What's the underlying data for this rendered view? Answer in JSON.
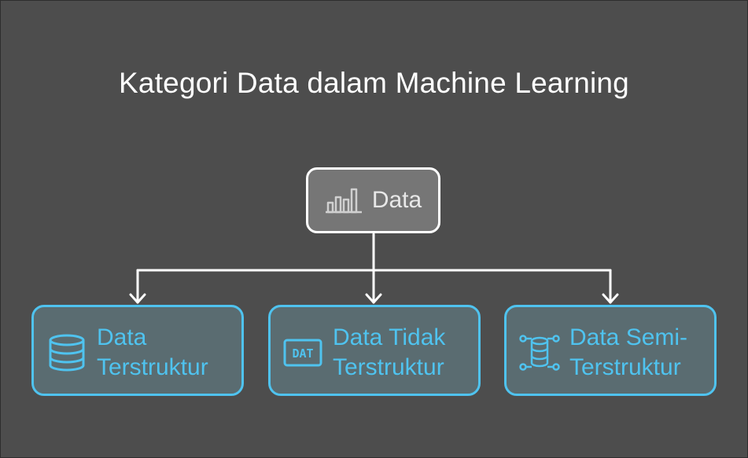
{
  "title": "Kategori Data dalam Machine Learning",
  "root": {
    "label": "Data",
    "icon": "bar-chart-icon"
  },
  "children": [
    {
      "line1": "Data",
      "line2": "Terstruktur",
      "icon": "database-icon"
    },
    {
      "line1": "Data Tidak",
      "line2": "Terstruktur",
      "icon": "dat-file-icon"
    },
    {
      "line1": "Data Semi-",
      "line2": "Terstruktur",
      "icon": "database-network-icon"
    }
  ],
  "colors": {
    "background": "#4d4d4d",
    "root_fill": "#767676",
    "root_border": "#ffffff",
    "child_fill": "#5a6c71",
    "accent": "#4fc3ef",
    "connector": "#ffffff"
  }
}
